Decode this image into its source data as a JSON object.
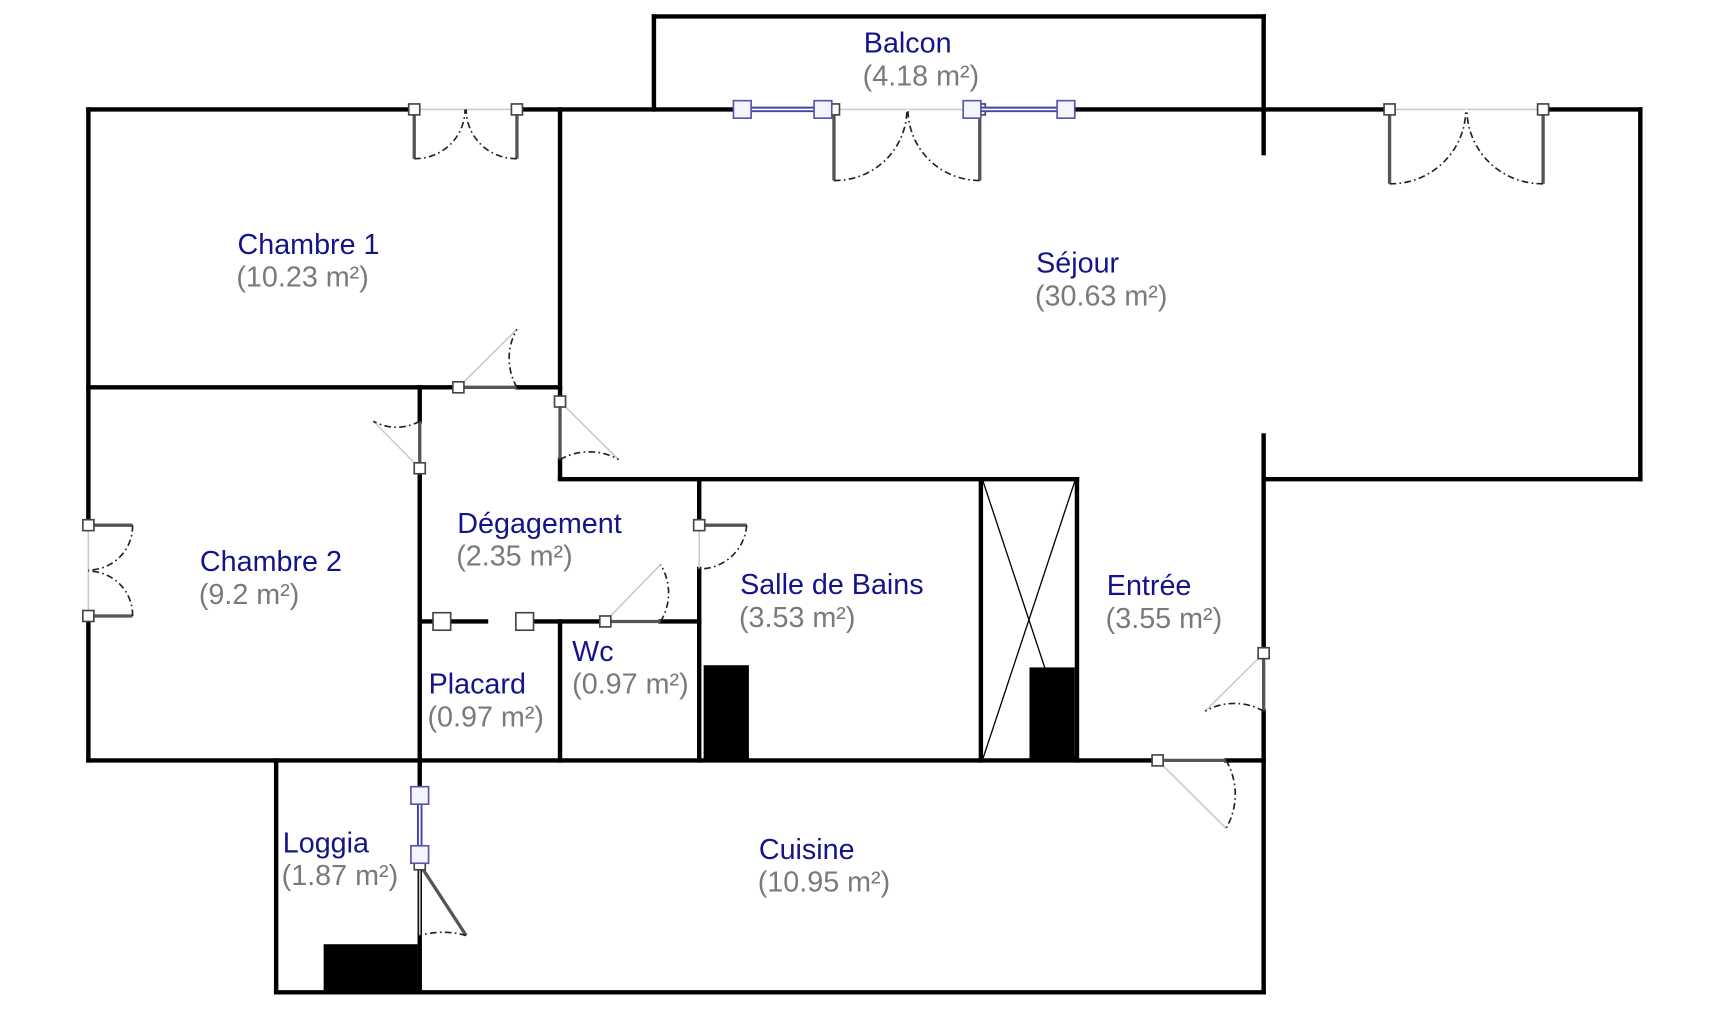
{
  "plan": {
    "rooms": [
      {
        "name": "Balcon",
        "area": "(4.18 m²)"
      },
      {
        "name": "Chambre 1",
        "area": "(10.23 m²)"
      },
      {
        "name": "Séjour",
        "area": "(30.63 m²)"
      },
      {
        "name": "Chambre 2",
        "area": "(9.2 m²)"
      },
      {
        "name": "Dégagement",
        "area": "(2.35 m²)"
      },
      {
        "name": "Salle de Bains",
        "area": "(3.53 m²)"
      },
      {
        "name": "Entrée",
        "area": "(3.55 m²)"
      },
      {
        "name": "Placard",
        "area": "(0.97 m²)"
      },
      {
        "name": "Wc",
        "area": "(0.97 m²)"
      },
      {
        "name": "Loggia",
        "area": "(1.87 m²)"
      },
      {
        "name": "Cuisine",
        "area": "(10.95 m²)"
      }
    ]
  }
}
